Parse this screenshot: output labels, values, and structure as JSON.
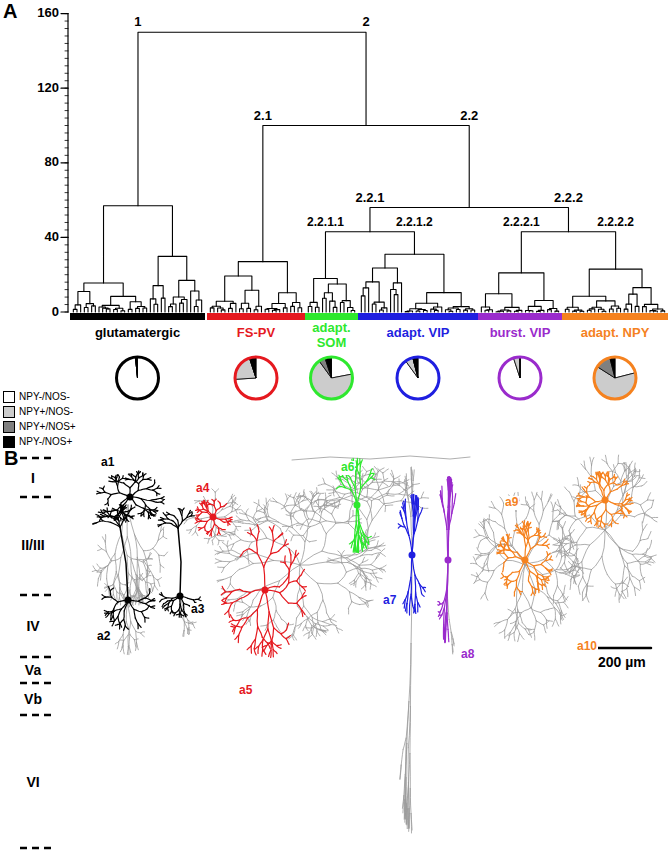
{
  "diagram": {
    "labels": [
      "A",
      "160",
      "120",
      "80",
      "40",
      "0",
      "1",
      "2",
      "2.1",
      "2.2",
      "2.2.1",
      "2.2.2",
      "2.2.1.1",
      "2.2.1.2",
      "2.2.2.1",
      "2.2.2.2",
      "glutamatergic",
      "FS-PV",
      "adapt. SOM",
      "adapt. VIP",
      "burst. VIP",
      "adapt. NPY",
      "B",
      "I",
      "II/III",
      "IV",
      "Va",
      "Vb",
      "VI",
      "a1",
      "a2",
      "a3",
      "a4",
      "a5",
      "a6",
      "a7",
      "a8",
      "a9",
      "a10",
      "200 µm"
    ],
    "legend": [
      {
        "text": "NPY-/NOS-",
        "color": "#ffffff"
      },
      {
        "text": "NPY+/NOS-",
        "color": "#cccccc"
      },
      {
        "text": "NPY+/NOS+",
        "color": "#808080"
      },
      {
        "text": "NPY-/NOS+",
        "color": "#000000"
      }
    ]
  }
}
